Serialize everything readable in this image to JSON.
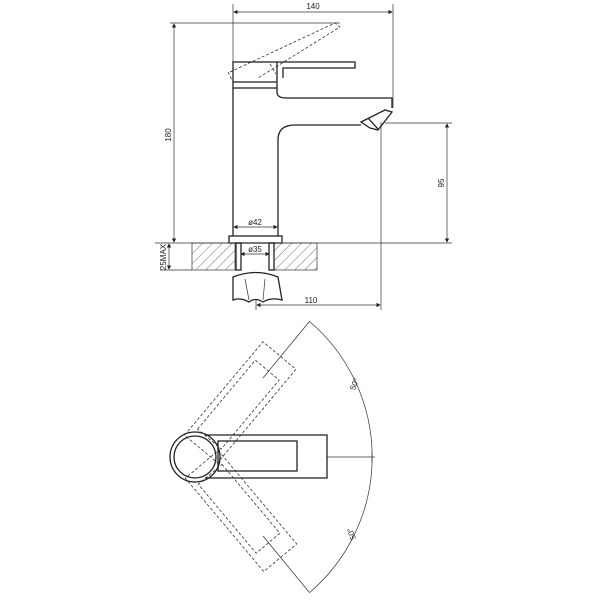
{
  "drawing": {
    "side_view": {
      "width_label": "140",
      "height_label": "180",
      "spout_height_label": "95",
      "body_diameter_label": "ø42",
      "hole_diameter_label": "ø35",
      "counter_thickness_label": "25MAX",
      "spout_reach_label": "110"
    },
    "top_view": {
      "upper_angle_label": "50°",
      "lower_angle_label": "50°"
    },
    "colors": {
      "line": "#222222",
      "background": "#ffffff"
    }
  }
}
